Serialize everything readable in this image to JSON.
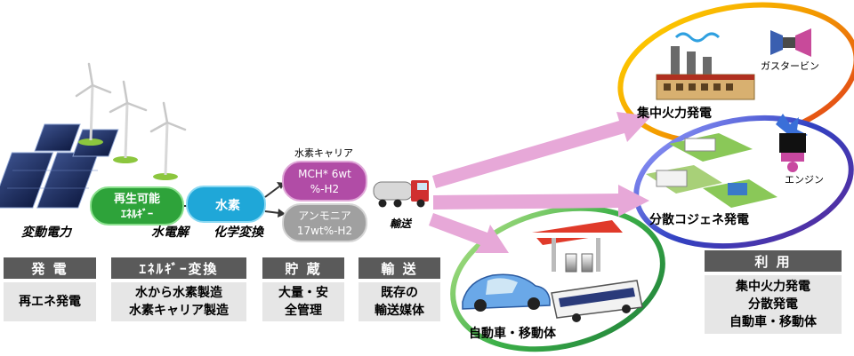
{
  "top": {
    "variable_power": "変動電力",
    "renewable": [
      "再生可能",
      "ｴﾈﾙｷﾞｰ"
    ],
    "electrolysis": "水電解",
    "hydrogen": "水素",
    "chemical_conversion": "化学変換",
    "carrier_title": "水素キャリア",
    "mch": [
      "MCH* 6wt",
      "%-H2"
    ],
    "ammonia": [
      "アンモニア",
      "17wt%-H2"
    ],
    "transport": "輸送"
  },
  "uses": {
    "central": "集中火力発電",
    "gas_turbine": "ガスタービン",
    "distributed": "分散コジェネ発電",
    "engine": "エンジン",
    "vehicle": "自動車・移動体"
  },
  "table": {
    "gen_header": "発 電",
    "gen_body": [
      "再エネ発電"
    ],
    "conv_header": "ｴﾈﾙｷﾞｰ変換",
    "conv_body": [
      "水から水素製造",
      "水素キャリア製造"
    ],
    "store_header": "貯 蔵",
    "store_body": [
      "大量・安",
      "全管理"
    ],
    "trans_header": "輸 送",
    "trans_body": [
      "既存の",
      "輸送媒体"
    ],
    "use_header": "利 用",
    "use_body": [
      "集中火力発電",
      "分散発電",
      "自動車・移動体"
    ]
  },
  "colors": {
    "green_node": "#2ea33a",
    "blue_node": "#1fa7d8",
    "purple_node": "#b14ca6",
    "gray_node": "#a0a0a0",
    "arrow_pink": "#e7a8d8",
    "orange_ring": "#f08a00",
    "blue_ring": "#3850c8",
    "green_ring": "#3cb048",
    "header_bg": "#5a5a5a",
    "body_bg": "#e6e6e6"
  }
}
